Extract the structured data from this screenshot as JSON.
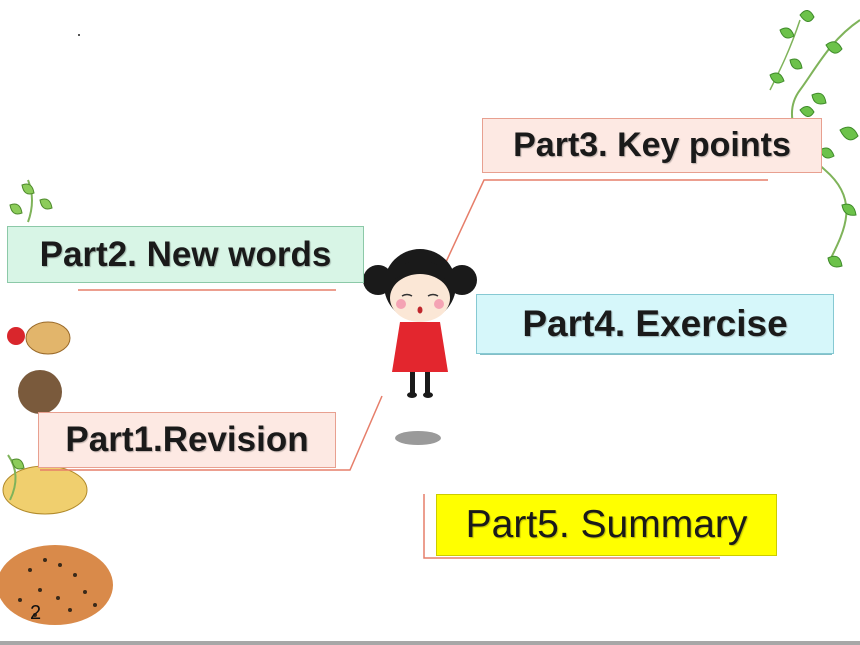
{
  "slide": {
    "parts": [
      {
        "id": "part3",
        "label": "Part3. Key points"
      },
      {
        "id": "part2",
        "label": "Part2. New words"
      },
      {
        "id": "part4",
        "label": "Part4. Exercise"
      },
      {
        "id": "part1",
        "label": "Part1.Revision"
      },
      {
        "id": "part5",
        "label": "Part5. Summary"
      }
    ],
    "page_number": "2"
  },
  "icons": {
    "character": "cartoon-girl-icon",
    "vine": "leafy-vine-icon",
    "hedgehog": "leaf-hedgehog-icon"
  },
  "colors": {
    "pink_box": "#fde9e3",
    "green_box": "#d8f5e6",
    "cyan_box": "#d6f7fa",
    "yellow_box": "#ffff00",
    "connector": "#e67e6a",
    "leaf_green": "#6cc24a"
  }
}
